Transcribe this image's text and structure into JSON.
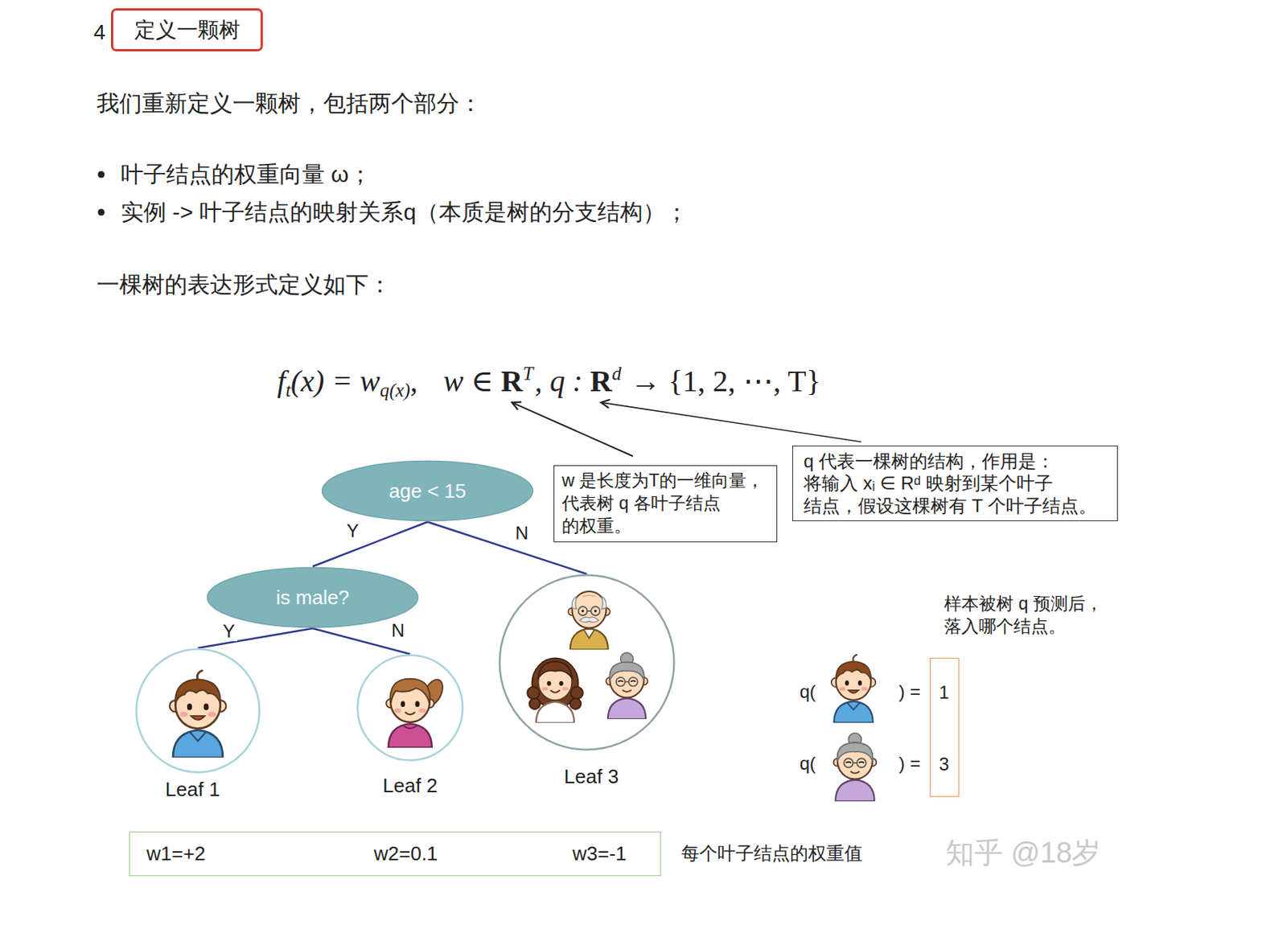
{
  "diagram": {
    "nodes": [
      {
        "text": [
          "定义一颗树"
        ]
      },
      {
        "text": [
          "w 是长度为T的一维向量， 代表树 q 各叶子结点 的权重。"
        ]
      },
      {
        "text": [
          "q 代表一棵树的结构，作用是： 将输入 xᵢ ∈ Rᵈ 映射到某个叶子 结点，假设这棵树有 T 个叶子结点。"
        ]
      },
      {
        "text": [
          "age < 15"
        ]
      },
      {
        "text": [
          "is male?"
        ]
      },
      {
        "text": [
          "Leaf 1"
        ]
      },
      {
        "text": [
          "Leaf 2"
        ]
      },
      {
        "text": [
          "Leaf 3"
        ]
      },
      {
        "text": [
          "1",
          "3"
        ]
      },
      {
        "text": [
          "w1=+2",
          "w2=0.1",
          "w3=-1"
        ]
      }
    ],
    "edges": [
      {
        "from": 3,
        "to": 4,
        "label": "Y",
        "arrow": "none"
      },
      {
        "from": 3,
        "to": 7,
        "label": "N",
        "arrow": "none"
      },
      {
        "from": 4,
        "to": 5,
        "label": "Y",
        "arrow": "none"
      },
      {
        "from": 4,
        "to": 6,
        "label": "N",
        "arrow": "none"
      }
    ],
    "labels": [
      "4",
      "我们重新定义一颗树，包括两个部分：",
      "叶子结点的权重向量 ω；",
      "实例 -> 叶子结点的映射关系q（本质是树的分支结构）；",
      "一棵树的表达形式定义如下：",
      "f",
      "t",
      "(x) = w",
      "q(x)",
      ",",
      "w ∈",
      "R",
      "T",
      ", q :",
      "R",
      "d",
      "→ {1, 2, ⋯, T}",
      "样本被树 q 预测后， 落入哪个结点。",
      "q(",
      ") =",
      "q(",
      ") =",
      "每个叶子结点的权重值",
      "知乎 @18岁"
    ]
  }
}
